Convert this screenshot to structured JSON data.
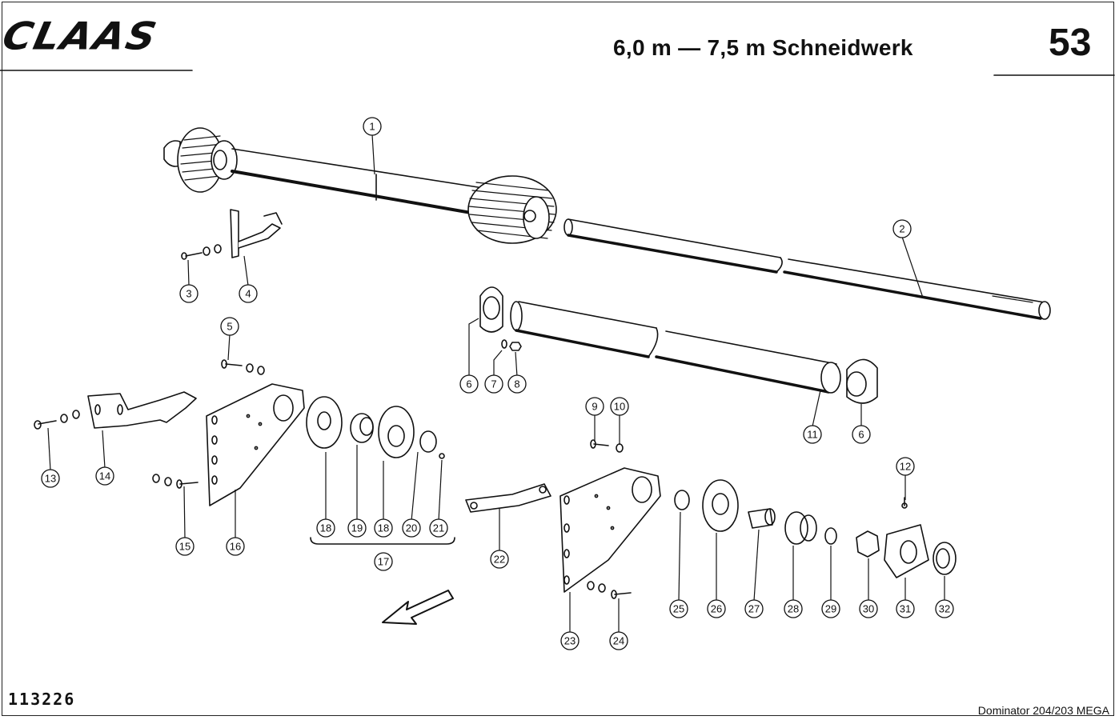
{
  "header": {
    "brand": "CLAAS",
    "title": "6,0 m — 7,5 m Schneidwerk",
    "page_number": "53"
  },
  "footer": {
    "drawing_number": "113226",
    "model": "Dominator 204/203 MEGA"
  },
  "callouts": [
    "1",
    "2",
    "3",
    "4",
    "5",
    "6",
    "7",
    "8",
    "6",
    "11",
    "13",
    "14",
    "15",
    "16",
    "18",
    "19",
    "18",
    "20",
    "21",
    "17",
    "9",
    "10",
    "22",
    "23",
    "24",
    "25",
    "26",
    "27",
    "28",
    "29",
    "12",
    "30",
    "31",
    "32"
  ]
}
